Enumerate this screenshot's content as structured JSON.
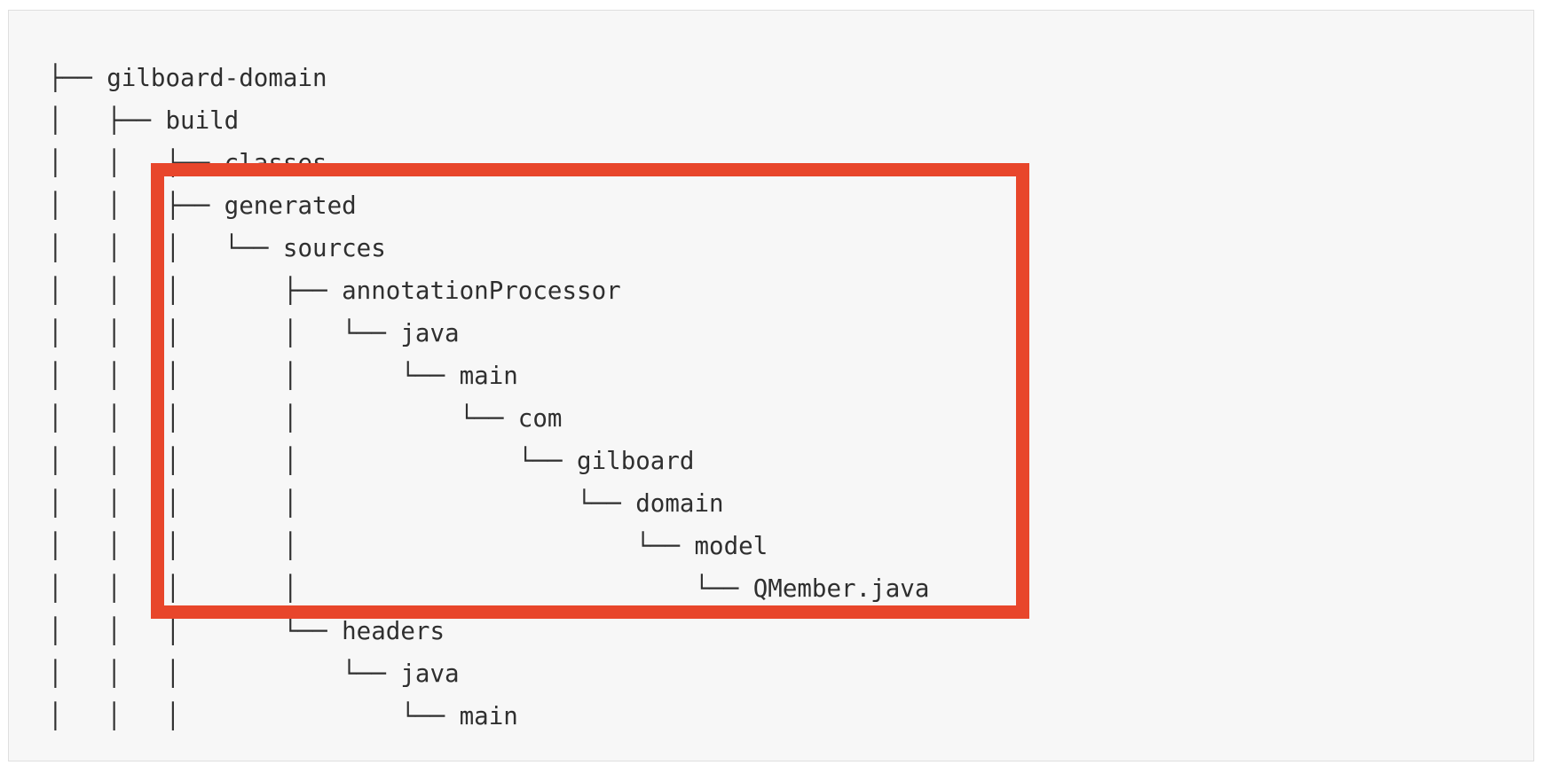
{
  "tree": {
    "lines": [
      "├── gilboard-domain",
      "│   ├── build",
      "│   │   ├── classes",
      "│   │   ├── generated",
      "│   │   │   └── sources",
      "│   │   │       ├── annotationProcessor",
      "│   │   │       │   └── java",
      "│   │   │       │       └── main",
      "│   │   │       │           └── com",
      "│   │   │       │               └── gilboard",
      "│   │   │       │                   └── domain",
      "│   │   │       │                       └── model",
      "│   │   │       │                           └── QMember.java",
      "│   │   │       └── headers",
      "│   │   │           └── java",
      "│   │   │               └── main"
    ]
  },
  "highlight": {
    "color": "#e8462b"
  },
  "colors": {
    "background": "#f7f7f7",
    "text": "#2f2f2f"
  }
}
